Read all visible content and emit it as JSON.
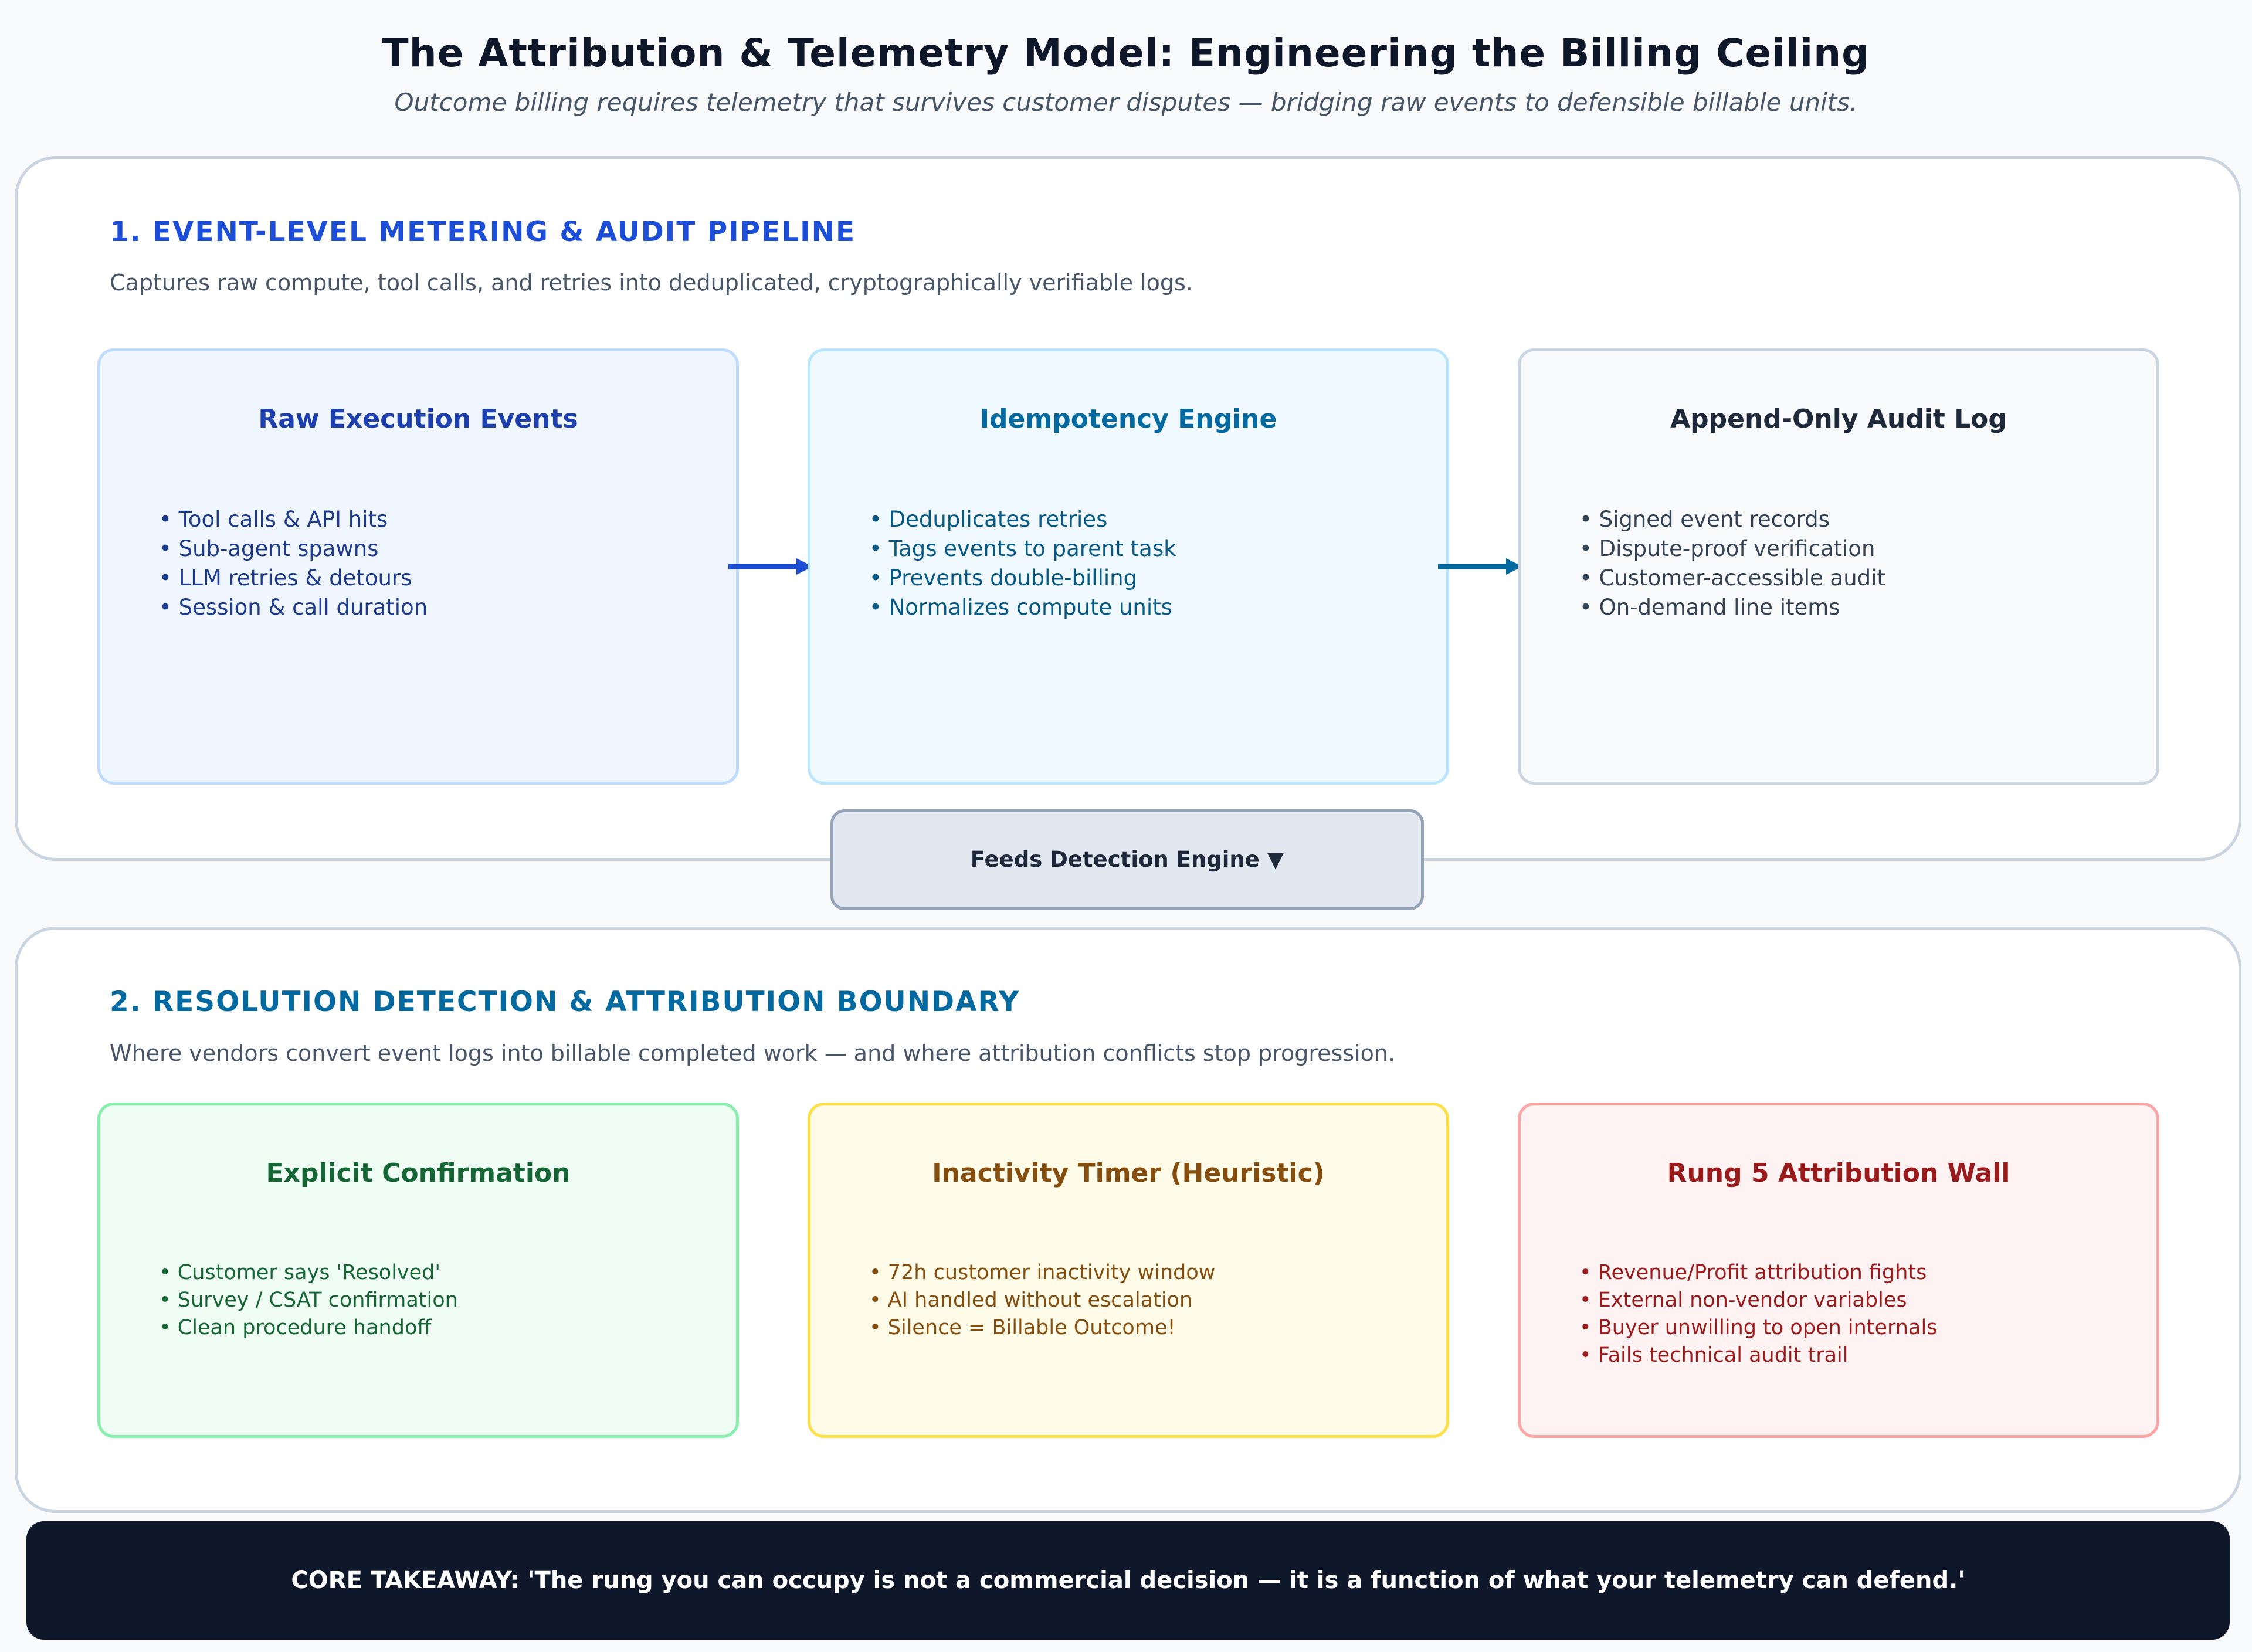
{
  "header": {
    "title": "The Attribution & Telemetry Model: Engineering the Billing Ceiling",
    "subtitle": "Outcome billing requires telemetry that survives customer disputes — bridging raw events to defensible billable units."
  },
  "section1": {
    "heading": "1. EVENT-LEVEL METERING & AUDIT PIPELINE",
    "description": "Captures raw compute, tool calls, and retries into deduplicated, cryptographically verifiable logs.",
    "cards": [
      {
        "title": "Raw Execution Events",
        "items": [
          "• Tool calls & API hits",
          "• Sub-agent spawns",
          "• LLM retries & detours",
          "• Session & call duration"
        ]
      },
      {
        "title": "Idempotency Engine",
        "items": [
          "• Deduplicates retries",
          "• Tags events to parent task",
          "• Prevents double-billing",
          "• Normalizes compute units"
        ]
      },
      {
        "title": "Append-Only Audit Log",
        "items": [
          "• Signed event records",
          "• Dispute-proof verification",
          "• Customer-accessible audit",
          "• On-demand line items"
        ]
      }
    ]
  },
  "connector": {
    "label": "Feeds Detection Engine ▼"
  },
  "section2": {
    "heading": "2. RESOLUTION DETECTION & ATTRIBUTION BOUNDARY",
    "description": "Where vendors convert event logs into billable completed work — and where attribution conflicts stop progression.",
    "cards": [
      {
        "title": "Explicit Confirmation",
        "items": [
          "• Customer says 'Resolved'",
          "• Survey / CSAT confirmation",
          "• Clean procedure handoff"
        ]
      },
      {
        "title": "Inactivity Timer (Heuristic)",
        "items": [
          "• 72h customer inactivity window",
          "• AI handled without escalation",
          "• Silence = Billable Outcome!"
        ]
      },
      {
        "title": "Rung 5 Attribution Wall",
        "items": [
          "• Revenue/Profit attribution fights",
          "• External non-vendor variables",
          "• Buyer unwilling to open internals",
          "• Fails technical audit trail"
        ]
      }
    ]
  },
  "takeaway": {
    "text": "CORE TAKEAWAY: 'The rung you can occupy is not a commercial decision — it is a function of what your telemetry can defend.'"
  },
  "colors": {
    "section1_heading": "#1d4ed8",
    "section2_heading": "#0369a1",
    "arrow_blue": "#1d4ed8",
    "arrow_teal": "#0369a1",
    "takeaway_bg": "#0f172a"
  }
}
